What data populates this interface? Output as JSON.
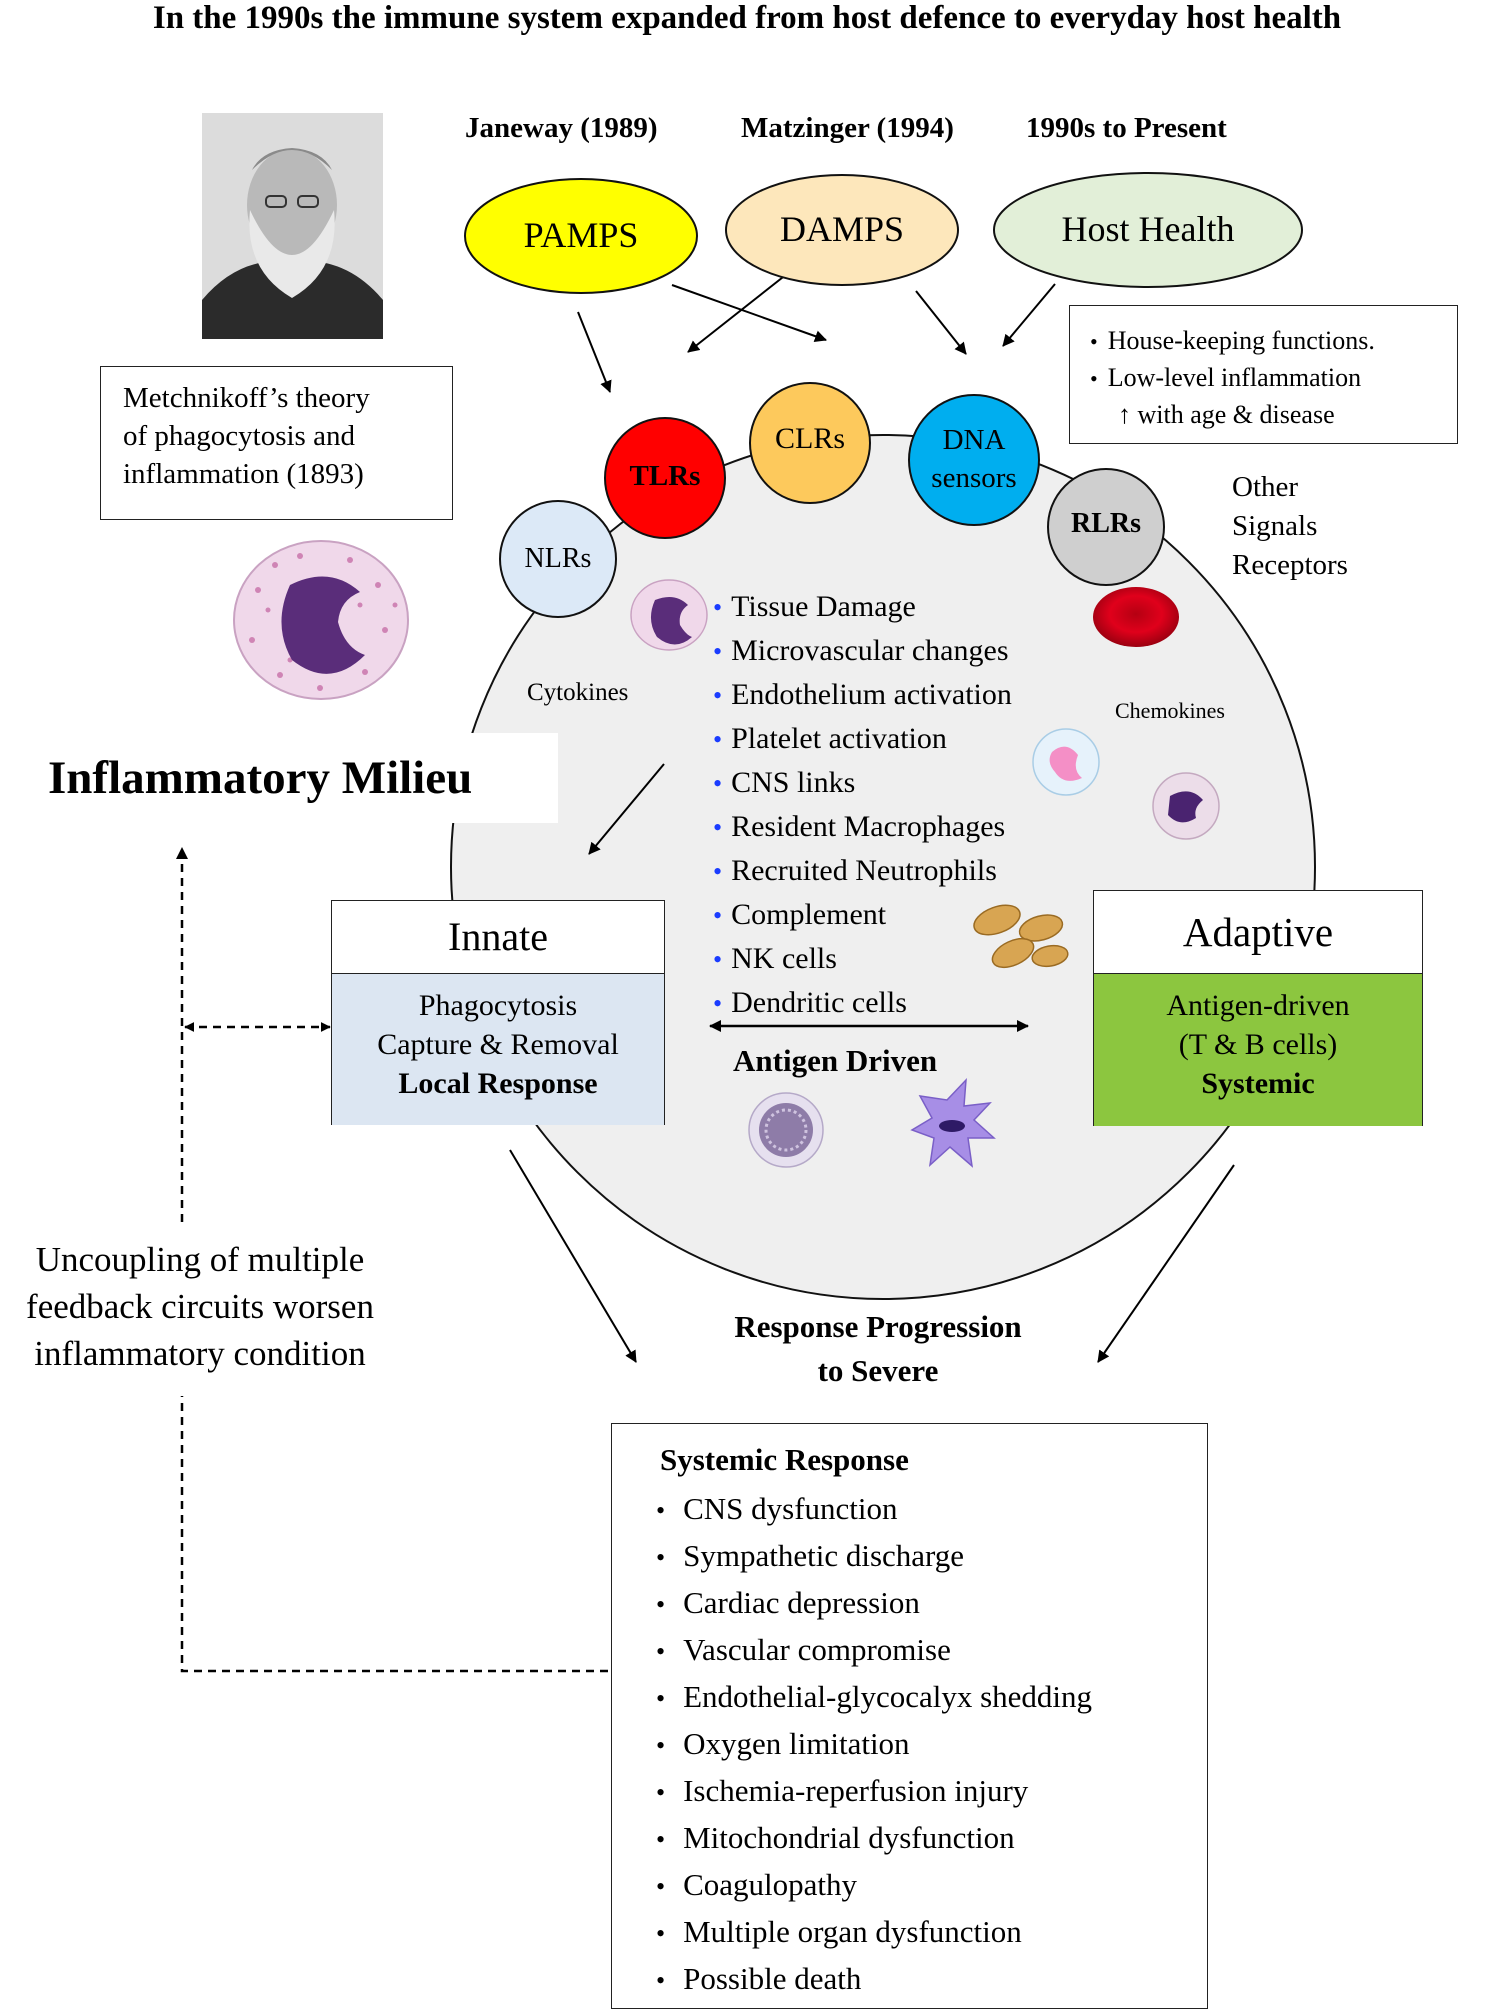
{
  "title": "In the 1990s the immune system expanded from host defence to everyday host health",
  "eras": [
    {
      "label": "Janeway (1989)"
    },
    {
      "label": "Matzinger (1994)"
    },
    {
      "label": "1990s to Present"
    }
  ],
  "signal_ovals": [
    {
      "label": "PAMPS",
      "color": "#ffff00"
    },
    {
      "label": "DAMPS",
      "color": "#fde7bb"
    },
    {
      "label": "Host Health",
      "color": "#e2efd8"
    }
  ],
  "housekeeping": {
    "items": [
      "House-keeping functions.",
      "Low-level inflammation"
    ],
    "continuation": "↑ with age & disease"
  },
  "metchnikoff": {
    "text_lines": [
      "Metchnikoff’s theory",
      "of phagocytosis and",
      "inflammation (1893)"
    ]
  },
  "receptors": [
    {
      "label": "NLRs",
      "color": "#dce9f7"
    },
    {
      "label": "TLRs",
      "color": "#ff0000"
    },
    {
      "label": "CLRs",
      "color": "#fdc95c"
    },
    {
      "label_lines": [
        "DNA",
        "sensors"
      ],
      "color": "#00aeef"
    },
    {
      "label": "RLRs",
      "color": "#cfcfcf"
    }
  ],
  "other_signals": [
    "Other",
    "Signals",
    "Receptors"
  ],
  "cytokines_label": "Cytokines",
  "chemokines_label": "Chemokines",
  "inflammatory_milieu": "Inflammatory Milieu",
  "center_items": [
    "Tissue Damage",
    "Microvascular changes",
    "Endothelium activation",
    "Platelet activation",
    "CNS links",
    "Resident Macrophages",
    "Recruited Neutrophils",
    "Complement",
    "NK cells",
    "Dendritic cells"
  ],
  "antigen_driven": "Antigen Driven",
  "innate": {
    "title": "Innate",
    "lines": [
      "Phagocytosis",
      "Capture & Removal"
    ],
    "bold": "Local Response",
    "color": "#dce6f2"
  },
  "adaptive": {
    "title": "Adaptive",
    "lines": [
      "Antigen-driven",
      "(T & B cells)"
    ],
    "bold": "Systemic",
    "color": "#8cc63f"
  },
  "uncoupling": [
    "Uncoupling of multiple",
    "feedback circuits worsen",
    "inflammatory condition"
  ],
  "progression": [
    "Response Progression",
    "to Severe"
  ],
  "systemic_response": {
    "title": "Systemic Response",
    "items": [
      "CNS dysfunction",
      "Sympathetic discharge",
      "Cardiac depression",
      "Vascular compromise",
      "Endothelial-glycocalyx shedding",
      "Oxygen limitation",
      "Ischemia-reperfusion injury",
      "Mitochondrial dysfunction",
      "Coagulopathy",
      "Multiple organ dysfunction",
      "Possible death"
    ]
  }
}
